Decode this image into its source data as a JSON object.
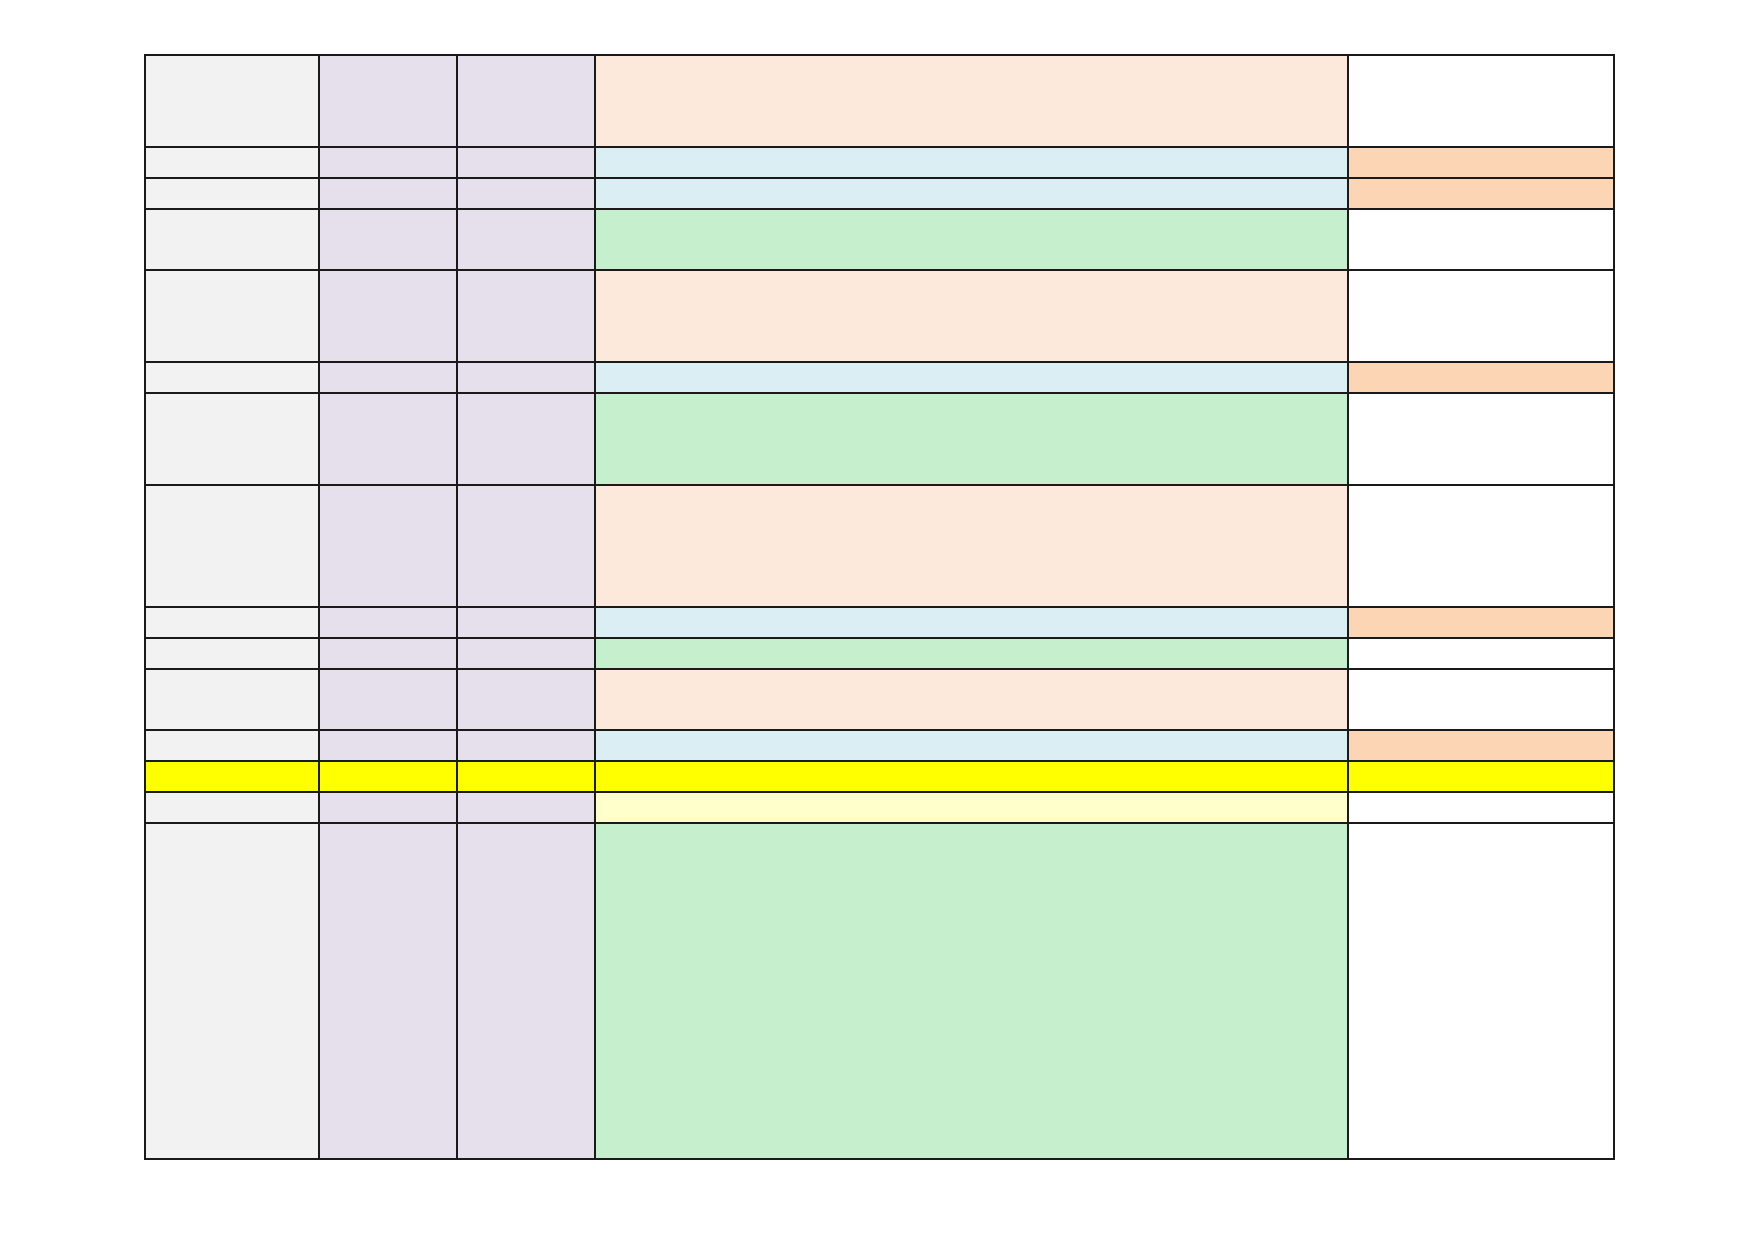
{
  "palette": {
    "grey": "#f2f2f2",
    "lavender": "#e6e0ec",
    "peach": "#fde9db",
    "light_blue": "#dbeef4",
    "mint": "#c6efce",
    "orange": "#fcd5b4",
    "yellow": "#ffff00",
    "pale_yellow": "#ffffcc",
    "white": "#ffffff",
    "border": "#1a1a1a"
  },
  "table": {
    "column_count": 5,
    "rows": [
      {
        "band": "peach",
        "last": "white",
        "cells": [
          "",
          "",
          "",
          "",
          ""
        ]
      },
      {
        "band": "light_blue",
        "last": "orange",
        "cells": [
          "",
          "",
          "",
          "",
          ""
        ]
      },
      {
        "band": "light_blue",
        "last": "orange",
        "cells": [
          "",
          "",
          "",
          "",
          ""
        ]
      },
      {
        "band": "mint",
        "last": "white",
        "cells": [
          "",
          "",
          "",
          "",
          ""
        ]
      },
      {
        "band": "peach",
        "last": "white",
        "cells": [
          "",
          "",
          "",
          "",
          ""
        ]
      },
      {
        "band": "light_blue",
        "last": "orange",
        "cells": [
          "",
          "",
          "",
          "",
          ""
        ]
      },
      {
        "band": "mint",
        "last": "white",
        "cells": [
          "",
          "",
          "",
          "",
          ""
        ]
      },
      {
        "band": "peach",
        "last": "white",
        "cells": [
          "",
          "",
          "",
          "",
          ""
        ]
      },
      {
        "band": "light_blue",
        "last": "orange",
        "cells": [
          "",
          "",
          "",
          "",
          ""
        ]
      },
      {
        "band": "mint",
        "last": "white",
        "cells": [
          "",
          "",
          "",
          "",
          ""
        ]
      },
      {
        "band": "peach",
        "last": "white",
        "cells": [
          "",
          "",
          "",
          "",
          ""
        ]
      },
      {
        "band": "light_blue",
        "last": "orange",
        "cells": [
          "",
          "",
          "",
          "",
          ""
        ]
      },
      {
        "band": "yellow",
        "last": "yellow",
        "all": "yellow",
        "cells": [
          "",
          "",
          "",
          "",
          ""
        ]
      },
      {
        "band": "pale_yellow",
        "last": "white",
        "cells": [
          "",
          "",
          "",
          "",
          ""
        ]
      },
      {
        "band": "mint",
        "last": "white",
        "cells": [
          "",
          "",
          "",
          "",
          ""
        ]
      }
    ]
  }
}
